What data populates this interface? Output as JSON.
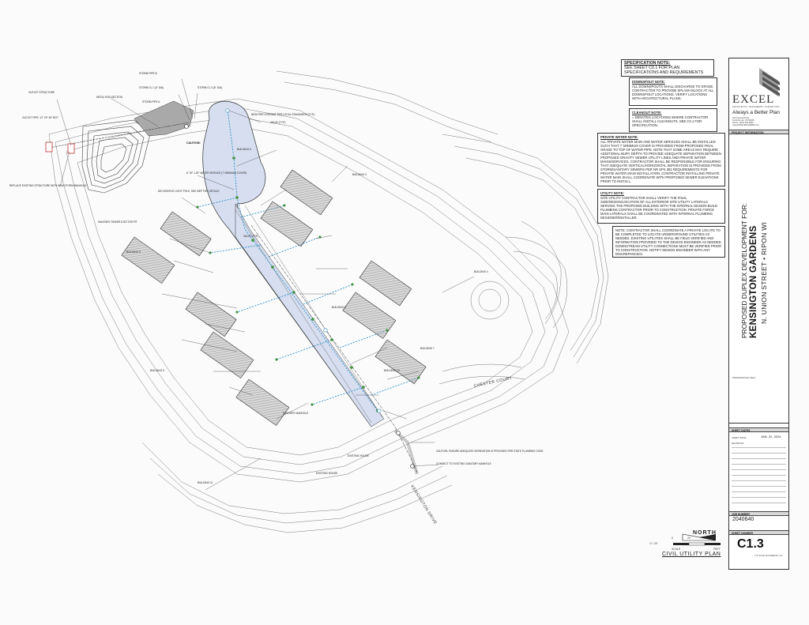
{
  "spec_note": {
    "heading": "SPECIFICATION NOTE:",
    "text": "SEE SHEET C0.1 FOR PLAN SPECIFICATIONS AND REQUIREMENTS"
  },
  "notes": {
    "downspout": {
      "heading": "DOWNSPOUT NOTE:",
      "text": "ALL DOWNSPOUTS SHALL DISCHARGE TO GRADE. CONTRACTOR TO PROVIDE SPLASH BLOCK AT ALL DOWNSPOUT LOCATIONS. VERIFY LOCATIONS WITH ARCHITECTURAL PLANS."
    },
    "cleanout": {
      "heading": "CLEANOUT NOTE:",
      "text": "= DENOTES LOCATIONS WHERE CONTRACTOR SHALL INSTALL CLEANOUTS. SEE C0.1 FOR SPECIFICATION."
    },
    "private_water": {
      "heading": "PRIVATE WATER NOTE:",
      "text": "ALL PRIVATE WATER MAIN AND WATER SERVICES SHALL BE INSTALLED SUCH THAT 7' MINIMUM COVER IS PROVIDED FROM PROPOSED FINAL GRADE TO TOP OF WATER PIPE. NOTE THAT SOME AREAS MAY REQUIRE ADDITIONAL BURY DEPTH TO PROVIDE ADEQUATE SEPARATION BETWEEN PROPOSED GRAVITY SEWER UTILITY LINES AND PRIVATE WATER MAINS/SERVICES. CONTRACTOR SHALL BE RESPONSIBLE FOR ENSURING THAT ADEQUATE VERTICAL/HORIZONTAL SEPARATION IS PROVIDED FROM STORM/SANITARY SEWERS PER NR SPS 382 REQUIREMENTS FOR PRIVATE WATER MAIN INSTALLATION. CONTRACTOR INSTALLING PRIVATE WATER MAIN SHALL COORDINATE WITH PROPOSED SEWER ELEVATIONS PRIOR TO INSTALL."
    },
    "utility": {
      "heading": "UTILITY NOTE:",
      "text": "SITE UTILITY CONTRACTOR SHALL VERIFY THE FINAL SIZE/DESIGN/LOCATION OF ALL EXTERIOR SITE UTILITY LATERALS SERVING THE PROPOSED BUILDING WITH THE INTERNAL DESIGN-BUILD PLUMBING CONTRACTOR PRIOR TO CONSTRUCTION. PRIVATE FORCE MAIN LATERALS SHALL BE COORDINATED WITH INTERNAL PLUMBING DESIGNER/INSTALLER."
    },
    "contractor": {
      "text": "NOTE: CONTRACTOR SHALL COORDINATE A PRIVATE LOCATE TO BE COMPLETED TO LOCATE UNDERGROUND UTILITIES AS NEEDED. EXISTING UTILITIES SHALL BE FIELD VERIFIED AND INFORMATION PROVIDED TO THE DESIGN ENGINEER AS NEEDED. DOWNSTREAM UTILITY CONNECTIONS MUST BE VERIFIED PRIOR TO CONSTRUCTION. NOTIFY DESIGN ENGINEER WITH ANY DISCREPANCIES."
    }
  },
  "title_block": {
    "brand": "EXCEL",
    "brand_sub": "ARCHITECTS • ENGINEERS • SURVEYORS",
    "tagline": "Always a Better Plan",
    "address": "100 Camelot Drive\nFond Du Lac, WI 54935\nPhone: (920) 926-9800\nwww.EXCELENGINEER.com",
    "project_info_label": "PROJECT INFORMATION",
    "project_line1": "PROPOSED DUPLEX DEVELOPMENT FOR:",
    "project_name": "KENSINGTON GARDENS",
    "project_location": "N. UNION STREET • RIPON WI",
    "professional_seal_label": "PROFESSIONAL SEAL",
    "sheet_dates_label": "SHEET DATES",
    "sheet_issue_label": "SHEET ISSUE",
    "sheet_date": "JAN. 22, 2024",
    "revisions_label": "REVISIONS",
    "job_number_label": "JOB NUMBER",
    "job_number": "2040640",
    "sheet_number_label": "SHEET NUMBER",
    "sheet_number": "C1.3",
    "copyright": "© BY EXCEL ENGINEERING, INC."
  },
  "north": "NORTH",
  "scale": {
    "ratio": "1\"= 20'",
    "ticks": [
      "0",
      "20'",
      "40'"
    ],
    "scale_word": "SCALE",
    "feet_word": "FEET"
  },
  "plan_title": "CIVIL UTILITY PLAN",
  "road_names": [
    "KENSINGTON DRIVE",
    "CHESTER COURT",
    "EXISTING HOUSE",
    "EXISTING HOUSE"
  ],
  "plan_labels": [
    "STORM PIPE B",
    "STORM CL 3 (6\" DIA)",
    "STORM CL 1 (4\" DIA)",
    "STORM PIPE A",
    "OUTLET STRUCTURE",
    "METAL END SECTION",
    "OUTLET PIPE: 12\" OF 18\" RCP",
    "REPLACE EXISTING STRUCTURE WITH NEW STORM MANHOLE",
    "NEW FIRE HYDRANT PER LOCAL STANDARDS (TYP.)",
    "VALVE (TYP.)",
    "CAUTION!",
    "DECORATIVE LIGHT POLE, SEE MEP FOR DETAILS",
    "6\" OF 1.25\" WATER SERVICE (7' MINIMUM COVER)",
    "SANITARY SEWER EJECTOR PIT",
    "BUILDING 3",
    "BUILDING 4",
    "BUILDING 5",
    "BUILDING 6",
    "BUILDING 7",
    "BUILDING 8",
    "BUILDING 9",
    "BUILDING 10",
    "BUILDING 11",
    "SANITARY MANHOLE",
    "CAUTION: ENSURE ADEQUATE SEPARATION IS PROVIDED PER STATE PLUMBING CODE.",
    "CONNECT TO EXISTING SANITARY MANHOLE",
    "VALVE (TYP.)"
  ],
  "colors": {
    "water": "#2f8fc8",
    "drive_fill": "#d6deef",
    "building_fill": "#9a9a9a",
    "contour": "#777777",
    "node_green": "#3a9a3a"
  }
}
